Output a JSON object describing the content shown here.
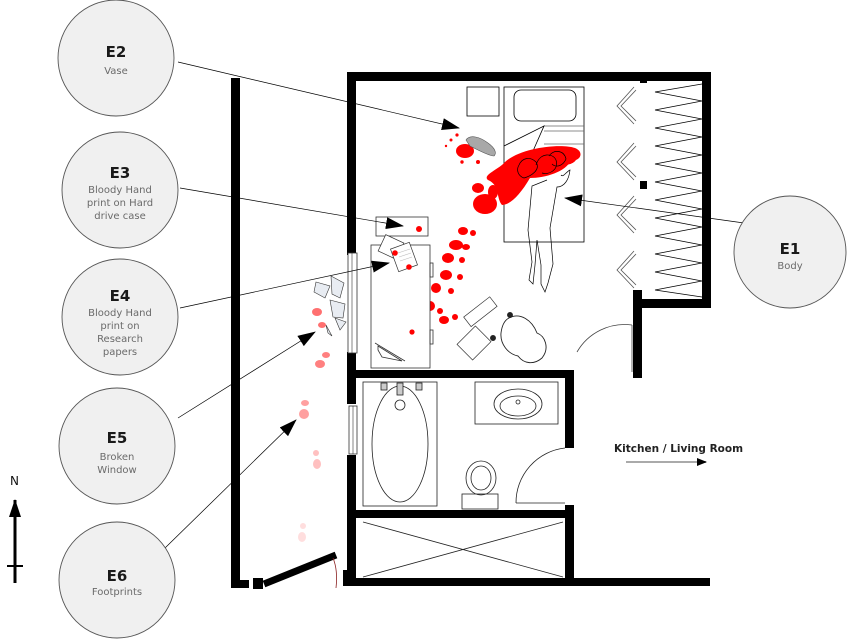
{
  "diagram": {
    "type": "crime scene floor plan",
    "wall_color": "#000000",
    "blood_color": "#ff0000",
    "faded_blood_color": "#ff8080",
    "evidence_fill": "#f0f0f0",
    "evidence_stroke": "#555555"
  },
  "evidence": [
    {
      "id": "E1",
      "label_lines": [
        "Body"
      ]
    },
    {
      "id": "E2",
      "label_lines": [
        "Vase"
      ]
    },
    {
      "id": "E3",
      "label_lines": [
        "Bloody Hand",
        "print on Hard",
        "drive case"
      ]
    },
    {
      "id": "E4",
      "label_lines": [
        "Bloody Hand",
        "print on",
        "Research",
        "papers"
      ]
    },
    {
      "id": "E5",
      "label_lines": [
        "Broken",
        "Window"
      ]
    },
    {
      "id": "E6",
      "label_lines": [
        "Footprints"
      ]
    }
  ],
  "rooms": {
    "exit_label": "Kitchen / Living Room"
  },
  "compass": {
    "label": "N"
  }
}
